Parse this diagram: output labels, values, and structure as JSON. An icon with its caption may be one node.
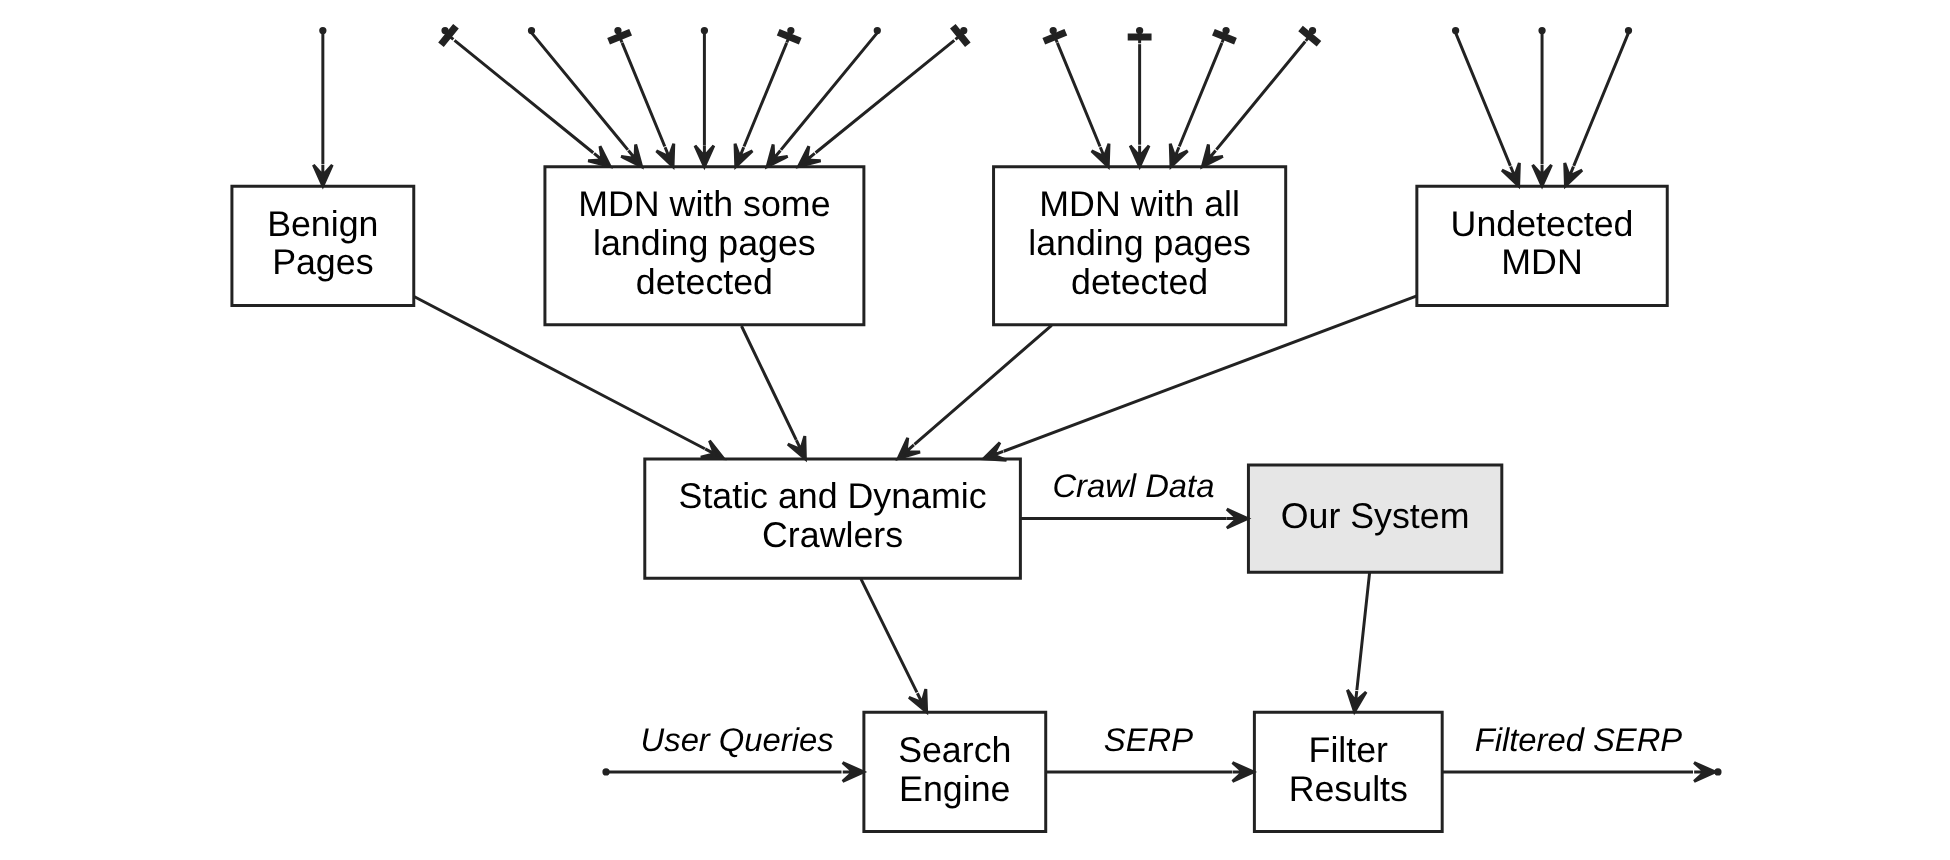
{
  "diagram": {
    "nodes": [
      {
        "text": [
          "Benign Pages"
        ]
      },
      {
        "text": [
          "MDN with some landing pages detected"
        ]
      },
      {
        "text": [
          "MDN with all landing pages detected"
        ]
      },
      {
        "text": [
          "Undetected MDN"
        ]
      },
      {
        "text": [
          "Static and Dynamic Crawlers"
        ]
      },
      {
        "text": [
          "Our System"
        ]
      },
      {
        "text": [
          "Search Engine"
        ]
      },
      {
        "text": [
          "Filter Results"
        ]
      }
    ],
    "edges": [
      {
        "from": null,
        "to": 0,
        "arrow": "to"
      },
      {
        "from": null,
        "to": 1,
        "arrow": "to"
      },
      {
        "from": null,
        "to": 1,
        "arrow": "to"
      },
      {
        "from": null,
        "to": 1,
        "arrow": "to"
      },
      {
        "from": null,
        "to": 1,
        "arrow": "to"
      },
      {
        "from": null,
        "to": 1,
        "arrow": "to"
      },
      {
        "from": null,
        "to": 1,
        "arrow": "to"
      },
      {
        "from": null,
        "to": 1,
        "arrow": "to"
      },
      {
        "from": null,
        "to": 2,
        "arrow": "to"
      },
      {
        "from": null,
        "to": 2,
        "arrow": "to"
      },
      {
        "from": null,
        "to": 2,
        "arrow": "to"
      },
      {
        "from": null,
        "to": 2,
        "arrow": "to"
      },
      {
        "from": null,
        "to": 3,
        "arrow": "to"
      },
      {
        "from": null,
        "to": 3,
        "arrow": "to"
      },
      {
        "from": null,
        "to": 3,
        "arrow": "to"
      },
      {
        "from": 0,
        "to": 4,
        "arrow": "to"
      },
      {
        "from": 1,
        "to": 4,
        "arrow": "to"
      },
      {
        "from": 2,
        "to": 4,
        "arrow": "to"
      },
      {
        "from": 3,
        "to": 4,
        "arrow": "to"
      },
      {
        "from": 4,
        "to": 5,
        "arrow": "to",
        "label": "Crawl Data"
      },
      {
        "from": 4,
        "to": 6,
        "arrow": "to"
      },
      {
        "from": 5,
        "to": 7,
        "arrow": "to"
      },
      {
        "from": null,
        "to": 6,
        "arrow": "to",
        "label": "User Queries"
      },
      {
        "from": 6,
        "to": 7,
        "arrow": "to",
        "label": "SERP"
      },
      {
        "from": 7,
        "to": null,
        "arrow": "to",
        "label": "Filtered SERP"
      }
    ]
  }
}
